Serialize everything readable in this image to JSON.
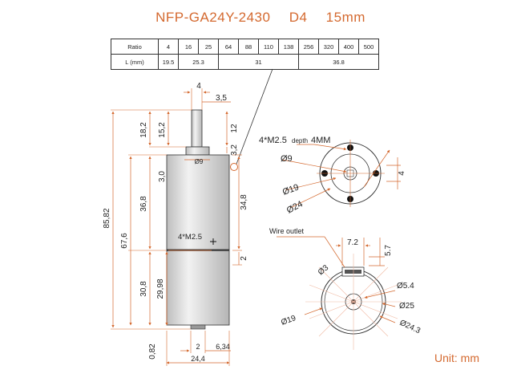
{
  "title": {
    "model": "NFP-GA24Y-2430",
    "variant": "D4",
    "size": "15mm"
  },
  "spec_table": {
    "ratio_label": "Ratio",
    "length_label": "L (mm)",
    "ratios": [
      "4",
      "16",
      "25",
      "64",
      "88",
      "110",
      "138",
      "256",
      "320",
      "400",
      "500"
    ],
    "lengths": [
      {
        "value": "19.5",
        "span": 1
      },
      {
        "value": "25.3",
        "span": 2
      },
      {
        "value": "31",
        "span": 4
      },
      {
        "value": "36.8",
        "span": 4
      }
    ]
  },
  "dims": {
    "shaft_flat": "4",
    "shaft_dia": "3,5",
    "d_top": "18,2",
    "d_shaft": "15,2",
    "d_shaft_right": "12",
    "d_boss": "3,2",
    "d_boss_dia": "Ø9",
    "d_3": "3,0",
    "total": "85,82",
    "d_368": "36,8",
    "d_348": "34,8",
    "d_676": "67,6",
    "screw_side": "4*M2.5",
    "d_2": "2",
    "d_308": "30,8",
    "d_2998": "29,98",
    "d_082": "0,82",
    "bot_2": "2",
    "bot_634": "6,34",
    "bot_244": "24,4"
  },
  "front_view": {
    "screw": "4*M2.5",
    "depth": "depth",
    "depth_val": "4MM",
    "d9": "Ø9",
    "d19": "Ø19",
    "d24": "Ø24",
    "flat": "4"
  },
  "rear_view": {
    "wire_outlet": "Wire outlet",
    "w72": "7.2",
    "w57": "5.7",
    "d3": "Ø3",
    "d54": "Ø5.4",
    "d25": "Ø25",
    "d243": "Ø24.3",
    "d19": "Ø19"
  },
  "unit": "Unit: mm",
  "colors": {
    "accent": "#d4692f",
    "line": "#333333",
    "metal": "#d8d8d8"
  }
}
